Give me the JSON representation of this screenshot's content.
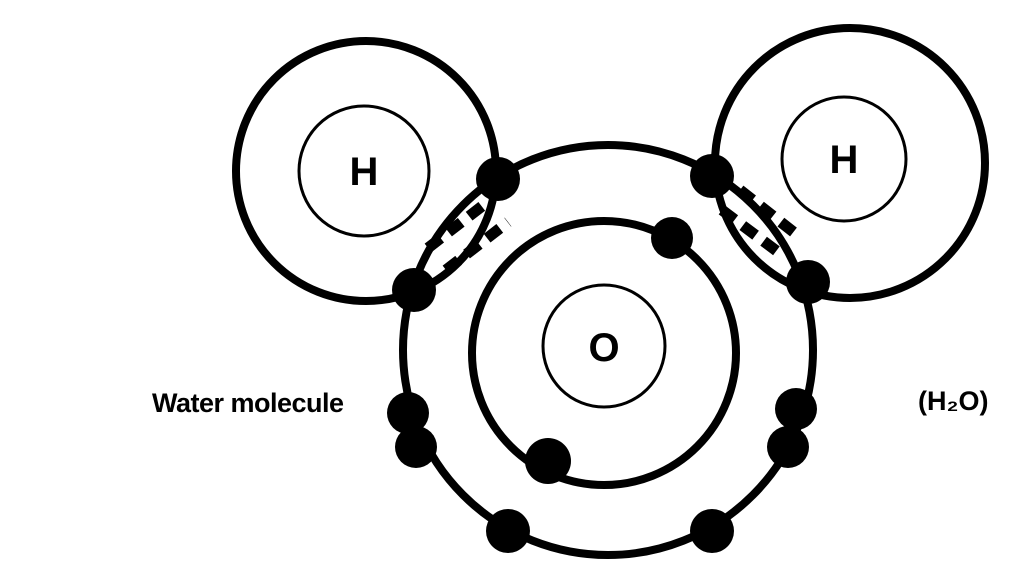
{
  "labels": {
    "name": "Water molecule",
    "formula": "(H₂O)"
  },
  "atoms": {
    "hydrogen_left": "H",
    "hydrogen_right": "H",
    "oxygen": "O"
  },
  "colors": {
    "ink": "#000000",
    "paper": "#ffffff"
  }
}
